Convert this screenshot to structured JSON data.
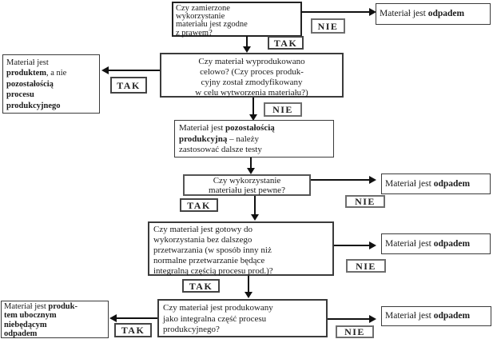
{
  "labels": {
    "yes": "TAK",
    "no": "NIE"
  },
  "boxes": {
    "q1": {
      "l1": "Czy zamierzone",
      "l2": "wykorzystanie",
      "l3": "materiału jest zgodne",
      "l4": "z prawem?"
    },
    "waste": {
      "prefix": "Materiał jest ",
      "bold": "odpadem"
    },
    "q2": {
      "l1": "Czy materiał wyprodukowano",
      "l2": "celowo? (Czy proces produk-",
      "l3": "cyjny został zmodyfikowany",
      "l4": "w celu wytworzenia materiału?)"
    },
    "product": {
      "l1": "Materiał jest",
      "l2b": "produktem",
      "l2r": ", a nie",
      "l3b": "pozostałością",
      "l4b": "procesu",
      "l5b": "produkcyjnego"
    },
    "residue": {
      "l1r": "Materiał jest ",
      "l1b": "pozostałością",
      "l2b": "produkcyjną",
      "l2r": " – należy",
      "l3r": "zastosować dalsze testy"
    },
    "q3": {
      "l1": "Czy wykorzystanie",
      "l2": "materiału jest pewne?"
    },
    "q4": {
      "l1": "Czy materiał jest gotowy do",
      "l2": "wykorzystania bez dalszego",
      "l3": "przetwarzania (w sposób inny niż",
      "l4": "normalne przetwarzanie będące",
      "l5": "integralną częścią procesu prod.)?"
    },
    "q5": {
      "l1": "Czy materiał jest produkowany",
      "l2": "jako integralna część procesu",
      "l3": "produkcyjnego?"
    },
    "byproduct": {
      "l1r": "Materiał jest ",
      "l1b": "produk-",
      "l2b": "tem ubocznym",
      "l3b": "niebędącym",
      "l4b": "odpadem"
    }
  }
}
